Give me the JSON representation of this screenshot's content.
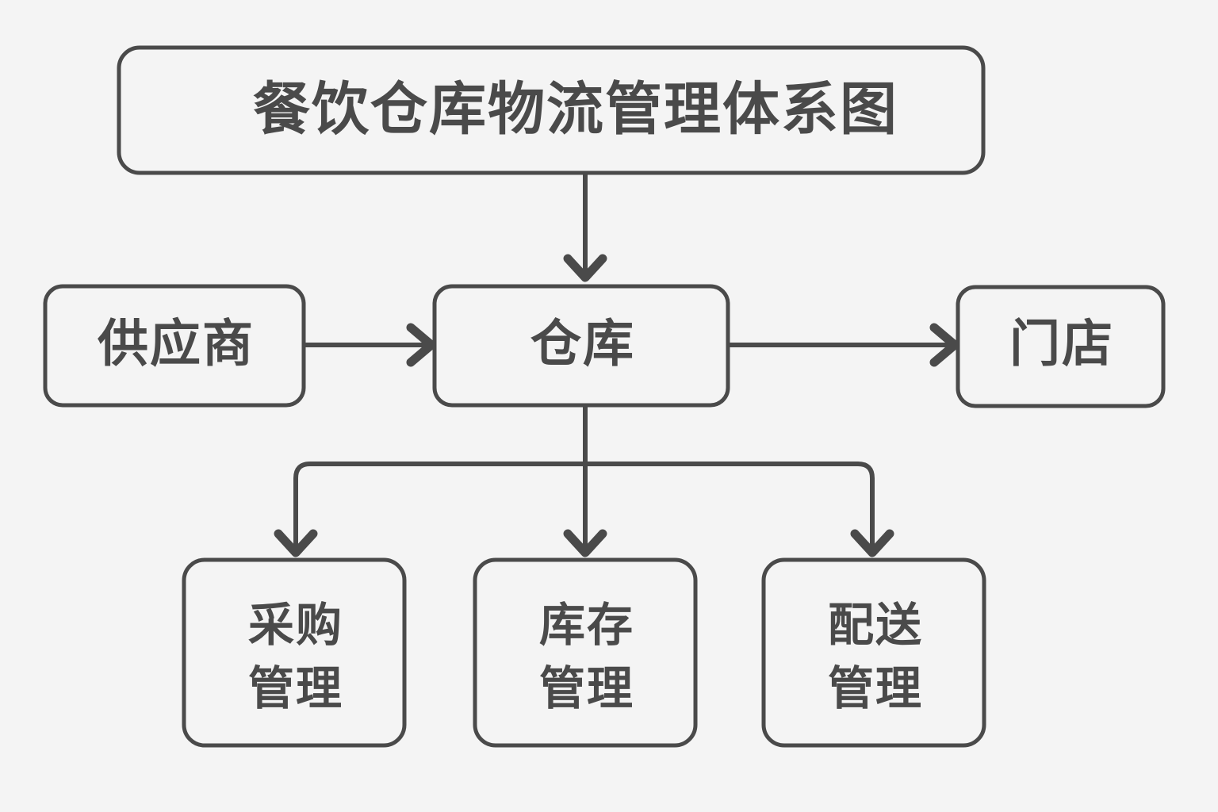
{
  "diagram": {
    "title_node": {
      "label": "餐饮仓库物流管理体系图"
    },
    "middle_row": [
      {
        "id": "supplier",
        "label": "供应商"
      },
      {
        "id": "warehouse",
        "label": "仓库"
      },
      {
        "id": "store",
        "label": "门店"
      }
    ],
    "leaf_row": [
      {
        "id": "procurement",
        "line1": "采购",
        "line2": "管理"
      },
      {
        "id": "inventory",
        "line1": "库存",
        "line2": "管理"
      },
      {
        "id": "delivery",
        "line1": "配送",
        "line2": "管理"
      }
    ],
    "colors": {
      "background": "#f4f4f4",
      "stroke": "#4a4a4a",
      "box_fill": "#f4f4f4",
      "text": "#4a4a4a"
    }
  }
}
